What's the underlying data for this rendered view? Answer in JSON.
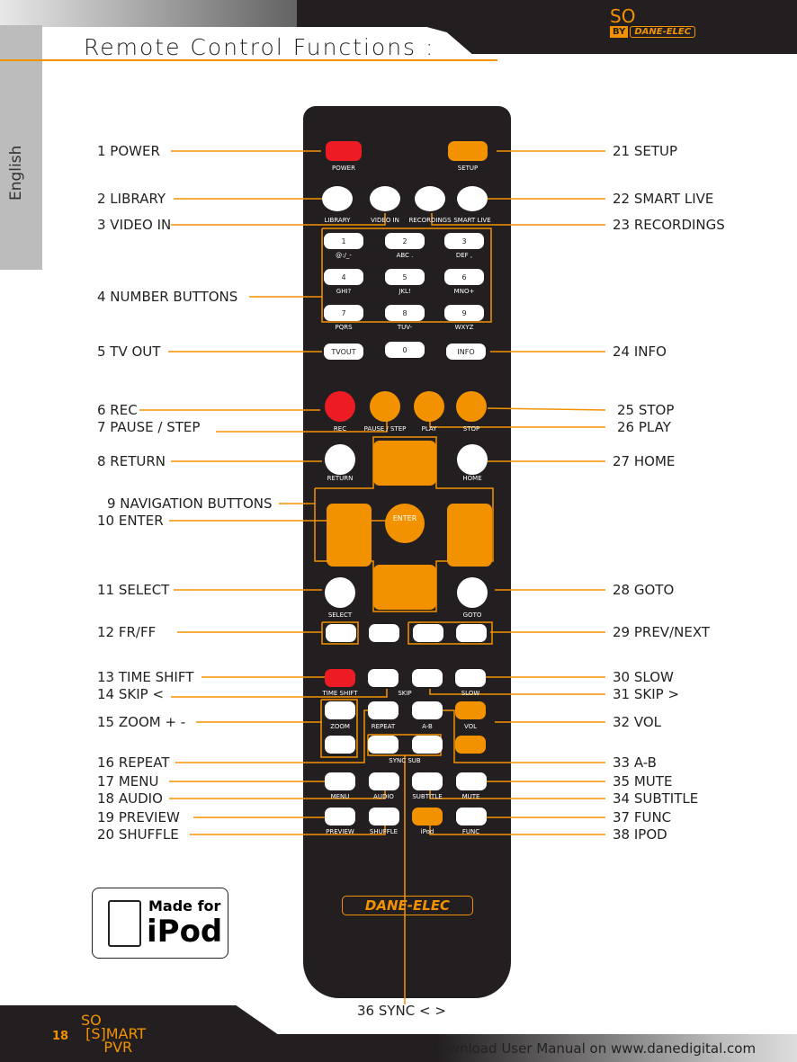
{
  "header": {
    "title": "Remote Control Functions :",
    "language_tab": "English",
    "logo_so": "SO",
    "logo_by": "BY",
    "logo_brand": "DANE-ELEC"
  },
  "footer": {
    "page_number": "18",
    "logo": "SO SMART PVR",
    "download_text": "Download User Manual on www.danedigital.com"
  },
  "ipod_badge": {
    "made_for": "Made for",
    "ipod": "iPod"
  },
  "remote": {
    "brand": "DANE-ELEC",
    "labels": {
      "power": "POWER",
      "setup": "SETUP",
      "library": "LIBRARY",
      "video_in": "VIDEO IN",
      "recordings": "RECORDINGS",
      "smart_live": "SMART LIVE",
      "tvout": "TVOUT",
      "info": "INFO",
      "rec": "REC",
      "pause": "PAUSE / STEP",
      "play": "PLAY",
      "stop": "STOP",
      "return": "RETURN",
      "home": "HOME",
      "enter": "ENTER",
      "select": "SELECT",
      "goto": "GOTO",
      "time_shift": "TIME SHIFT",
      "skip": "SKIP",
      "slow": "SLOW",
      "zoom": "ZOOM",
      "repeat": "REPEAT",
      "ab": "A-B",
      "vol": "VOL",
      "sync_sub": "SYNC SUB",
      "menu": "MENU",
      "audio": "AUDIO",
      "subtitle": "SUBTITLE",
      "mute": "MUTE",
      "preview": "PREVIEW",
      "shuffle": "SHUFFLE",
      "ipod": "iPod",
      "func": "FUNC"
    },
    "numbers": [
      [
        "1",
        "@:/_-"
      ],
      [
        "2",
        "ABC ."
      ],
      [
        "3",
        "DEF ,"
      ],
      [
        "4",
        "GHI?"
      ],
      [
        "5",
        "JKL!"
      ],
      [
        "6",
        "MNO+"
      ],
      [
        "7",
        "PQRS"
      ],
      [
        "8",
        "TUV-"
      ],
      [
        "9",
        "WXYZ"
      ],
      [
        "0",
        ""
      ]
    ]
  },
  "callouts_left": [
    "1 POWER",
    "2 LIBRARY",
    "3 VIDEO IN",
    "4 NUMBER BUTTONS",
    "5 TV OUT",
    "6 REC",
    "7 PAUSE / STEP",
    "8 RETURN",
    "9 NAVIGATION BUTTONS",
    "10 ENTER",
    "11 SELECT",
    "12 FR/FF",
    "13 TIME SHIFT",
    "14 SKIP <",
    "15 ZOOM + -",
    "16 REPEAT",
    "17 MENU",
    "18 AUDIO",
    "19 PREVIEW",
    "20 SHUFFLE"
  ],
  "callouts_right": [
    "21 SETUP",
    "22 SMART LIVE",
    "23 RECORDINGS",
    "24 INFO",
    "25 STOP",
    "26 PLAY",
    "27 HOME",
    "28 GOTO",
    "29 PREV/NEXT",
    "30 SLOW",
    "31 SKIP >",
    "32 VOL",
    "33 A-B",
    "35 MUTE",
    "34 SUBTITLE",
    "37 FUNC",
    "38 IPOD"
  ],
  "callout_bottom": "36 SYNC <  >",
  "colors": {
    "accent": "#f39200",
    "red": "#ed1c24",
    "remote": "#231f20"
  }
}
